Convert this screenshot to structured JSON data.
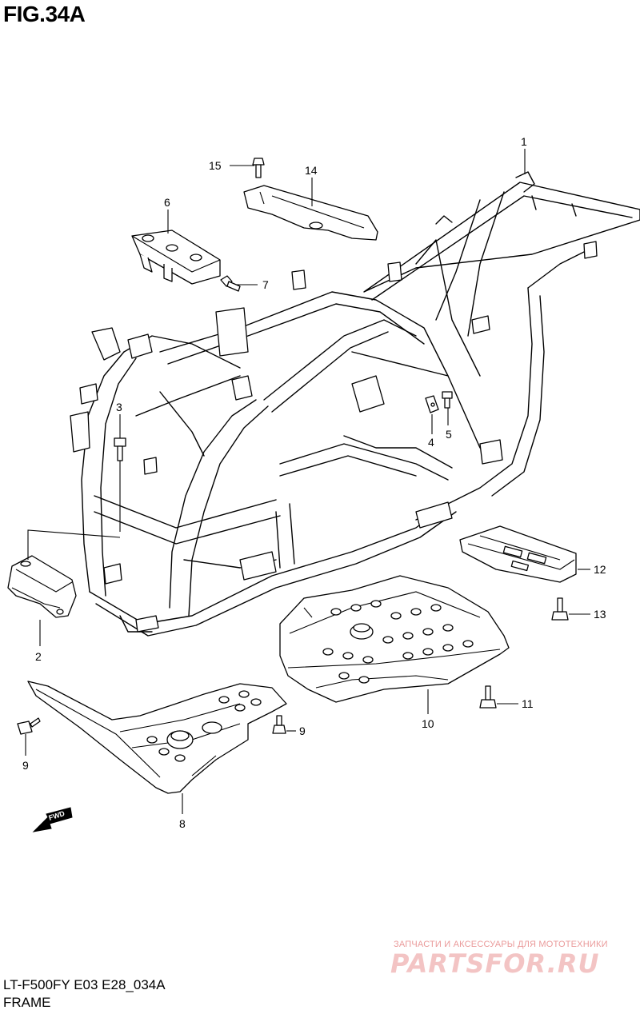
{
  "figure_title": "FIG.34A",
  "parts": [
    {
      "label": "1",
      "icon": "frame-icon"
    },
    {
      "label": "2",
      "icon": "bracket-icon"
    },
    {
      "label": "3",
      "icon": "bolt-icon"
    },
    {
      "label": "4",
      "icon": "clip-icon"
    },
    {
      "label": "5",
      "icon": "bolt-icon"
    },
    {
      "label": "6",
      "icon": "bracket-icon"
    },
    {
      "label": "7",
      "icon": "bolt-icon"
    },
    {
      "label": "8",
      "icon": "skid-plate-icon"
    },
    {
      "label": "9",
      "icon": "bolt-icon"
    },
    {
      "label": "10",
      "icon": "skid-plate-icon"
    },
    {
      "label": "11",
      "icon": "bolt-icon"
    },
    {
      "label": "12",
      "icon": "skid-plate-icon"
    },
    {
      "label": "13",
      "icon": "bolt-icon"
    },
    {
      "label": "14",
      "icon": "bracket-icon"
    },
    {
      "label": "15",
      "icon": "bolt-icon"
    }
  ],
  "fwd_label": "FWD",
  "watermark": {
    "tagline": "ЗАПЧАСТИ И АКСЕССУАРЫ ДЛЯ МОТОТЕХНИКИ",
    "logo": "PARTSFOR.RU"
  },
  "model_code": "LT-F500FY E03 E28_034A",
  "caption": "FRAME"
}
